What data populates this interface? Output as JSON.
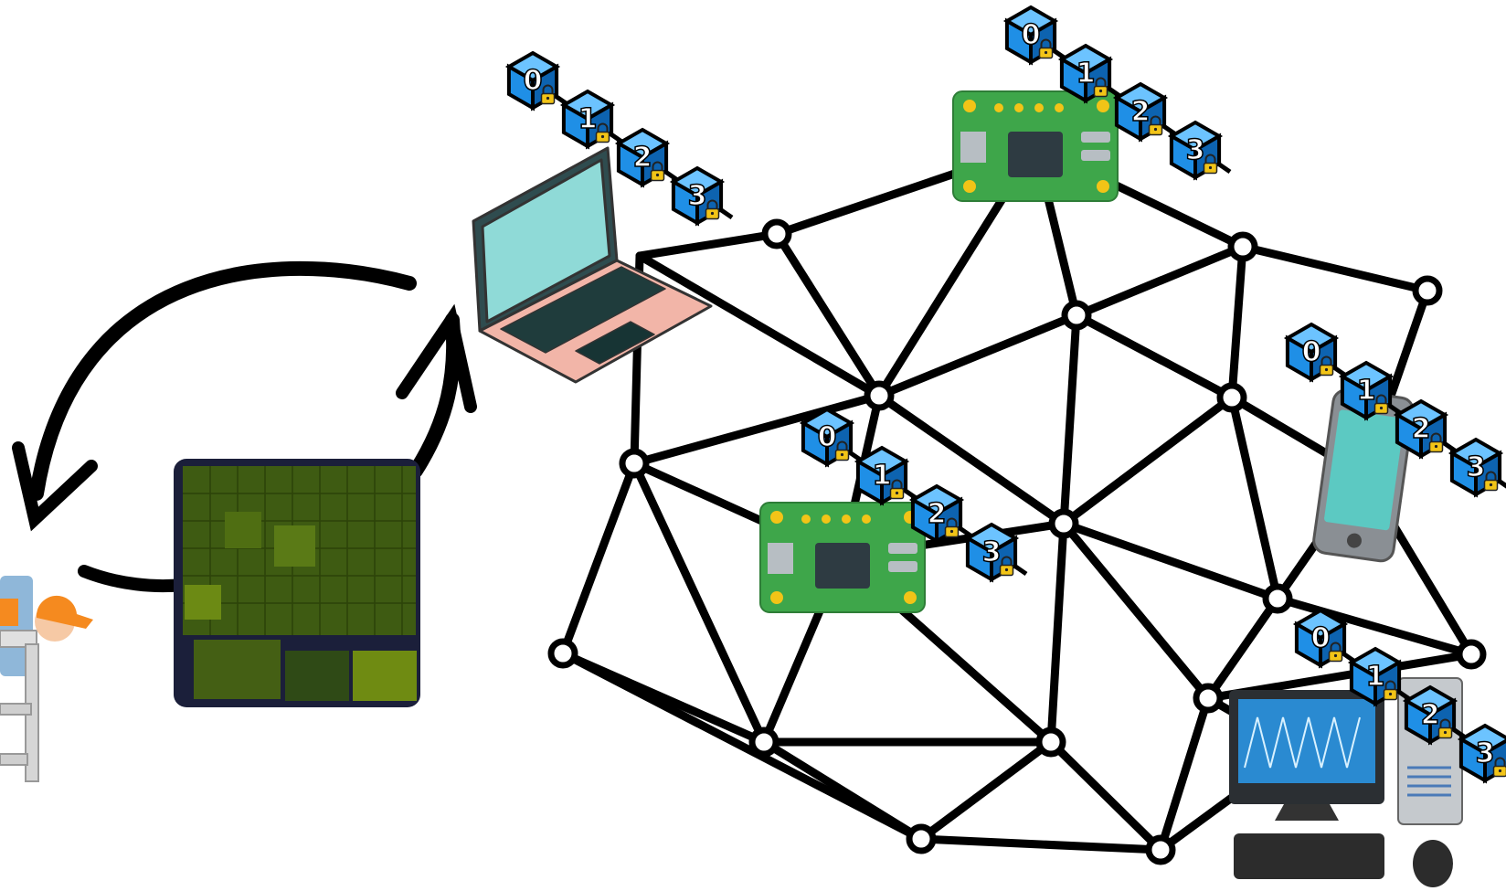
{
  "diagram": {
    "kind": "distributed-device-network",
    "block_labels": [
      "0",
      "1",
      "2",
      "3"
    ],
    "colors": {
      "edge": "#000000",
      "node_fill": "#ffffff",
      "block_blue": "#1f8fe6",
      "block_blue_dark": "#0d63b0",
      "lock": "#f2c417",
      "board_green": "#3ea64a",
      "screen_teal": "#5cc9c2",
      "laptop_pink": "#f2b5a8",
      "treemap_green": "#4a6a12"
    },
    "icons": {
      "laptop": "laptop-icon",
      "microcontroller_top": "microcontroller-board-icon",
      "microcontroller_mid": "microcontroller-board-icon",
      "phone": "smartphone-icon",
      "desktop": "desktop-computer-icon",
      "worker": "worker-icon",
      "treemap": "treemap-thumbnail",
      "lock": "padlock-icon"
    }
  }
}
